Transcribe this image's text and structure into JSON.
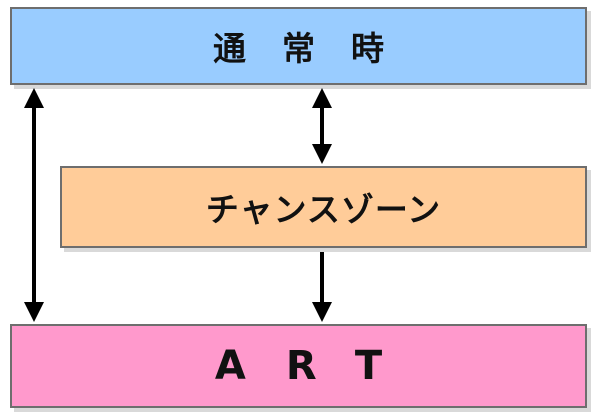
{
  "diagram": {
    "nodes": {
      "normal": {
        "label": "通常時",
        "color": "#99ccff"
      },
      "chance_zone": {
        "label": "チャンスゾーン",
        "color": "#ffcc99"
      },
      "art": {
        "label": "ART",
        "color": "#ff99cc"
      }
    },
    "edges": [
      {
        "from": "normal",
        "to": "art",
        "direction": "both"
      },
      {
        "from": "normal",
        "to": "chance_zone",
        "direction": "both"
      },
      {
        "from": "chance_zone",
        "to": "art",
        "direction": "forward"
      }
    ]
  }
}
